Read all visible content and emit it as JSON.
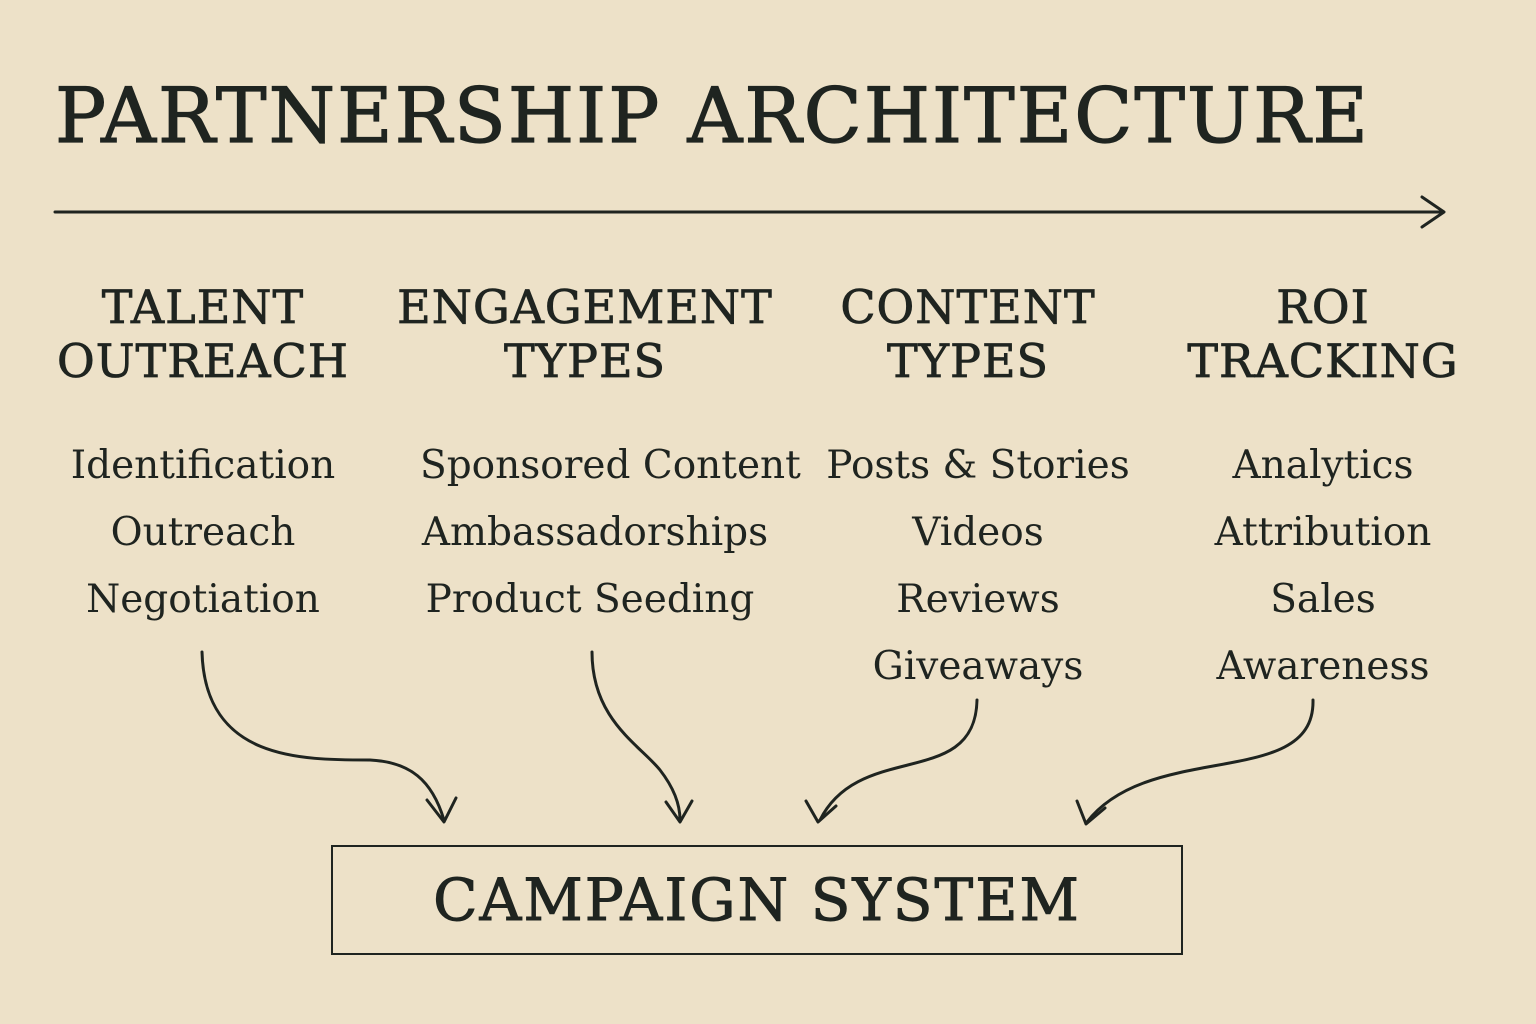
{
  "title": "PARTNERSHIP ARCHITECTURE",
  "columns": [
    {
      "heading_line1": "TALENT",
      "heading_line2": "OUTREACH",
      "items": [
        "Identification",
        "Outreach",
        "Negotiation"
      ]
    },
    {
      "heading_line1": "ENGAGEMENT",
      "heading_line2": "TYPES",
      "items": [
        "Sponsored Content",
        "Ambassadorships",
        "Product Seeding"
      ]
    },
    {
      "heading_line1": "CONTENT",
      "heading_line2": "TYPES",
      "items": [
        "Posts & Stories",
        "Videos",
        "Reviews",
        "Giveaways"
      ]
    },
    {
      "heading_line1": "ROI",
      "heading_line2": "TRACKING",
      "items": [
        "Analytics",
        "Attribution",
        "Sales",
        "Awareness"
      ]
    }
  ],
  "system_box": {
    "label": "CAMPAIGN SYSTEM"
  },
  "colors": {
    "background": "#ede1c8",
    "ink": "#1f2420"
  }
}
